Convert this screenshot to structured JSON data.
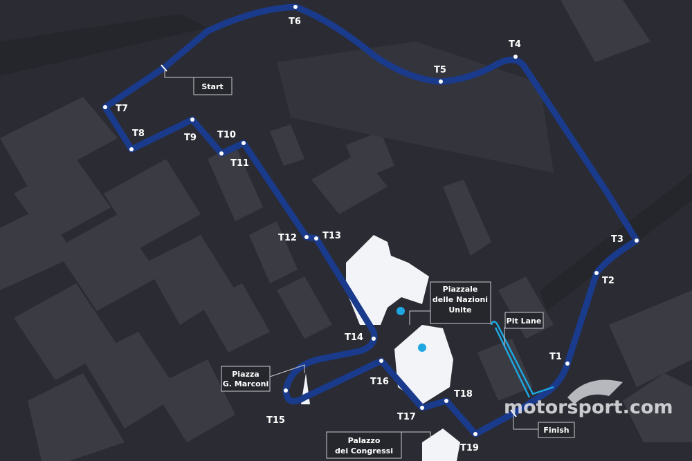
{
  "colors": {
    "background": "#2b2c33",
    "track": "#1ea7e1",
    "track_outline": "#1a3a8c",
    "corner_marker": "#ffffff",
    "landmark": "#f2f4f8"
  },
  "turns": [
    "T1",
    "T2",
    "T3",
    "T4",
    "T5",
    "T6",
    "T7",
    "T8",
    "T9",
    "T10",
    "T11",
    "T12",
    "T13",
    "T14",
    "T15",
    "T16",
    "T17",
    "T18",
    "T19"
  ],
  "labels": {
    "start": "Start",
    "finish": "Finish",
    "pit_lane": "Pit Lane",
    "piazzale": [
      "Piazzale",
      "delle Nazioni",
      "Unite"
    ],
    "marconi": [
      "Piazza",
      "G. Marconi"
    ],
    "congressi": [
      "Palazzo",
      "dei Congressi"
    ]
  },
  "watermark": "motorsport.com"
}
